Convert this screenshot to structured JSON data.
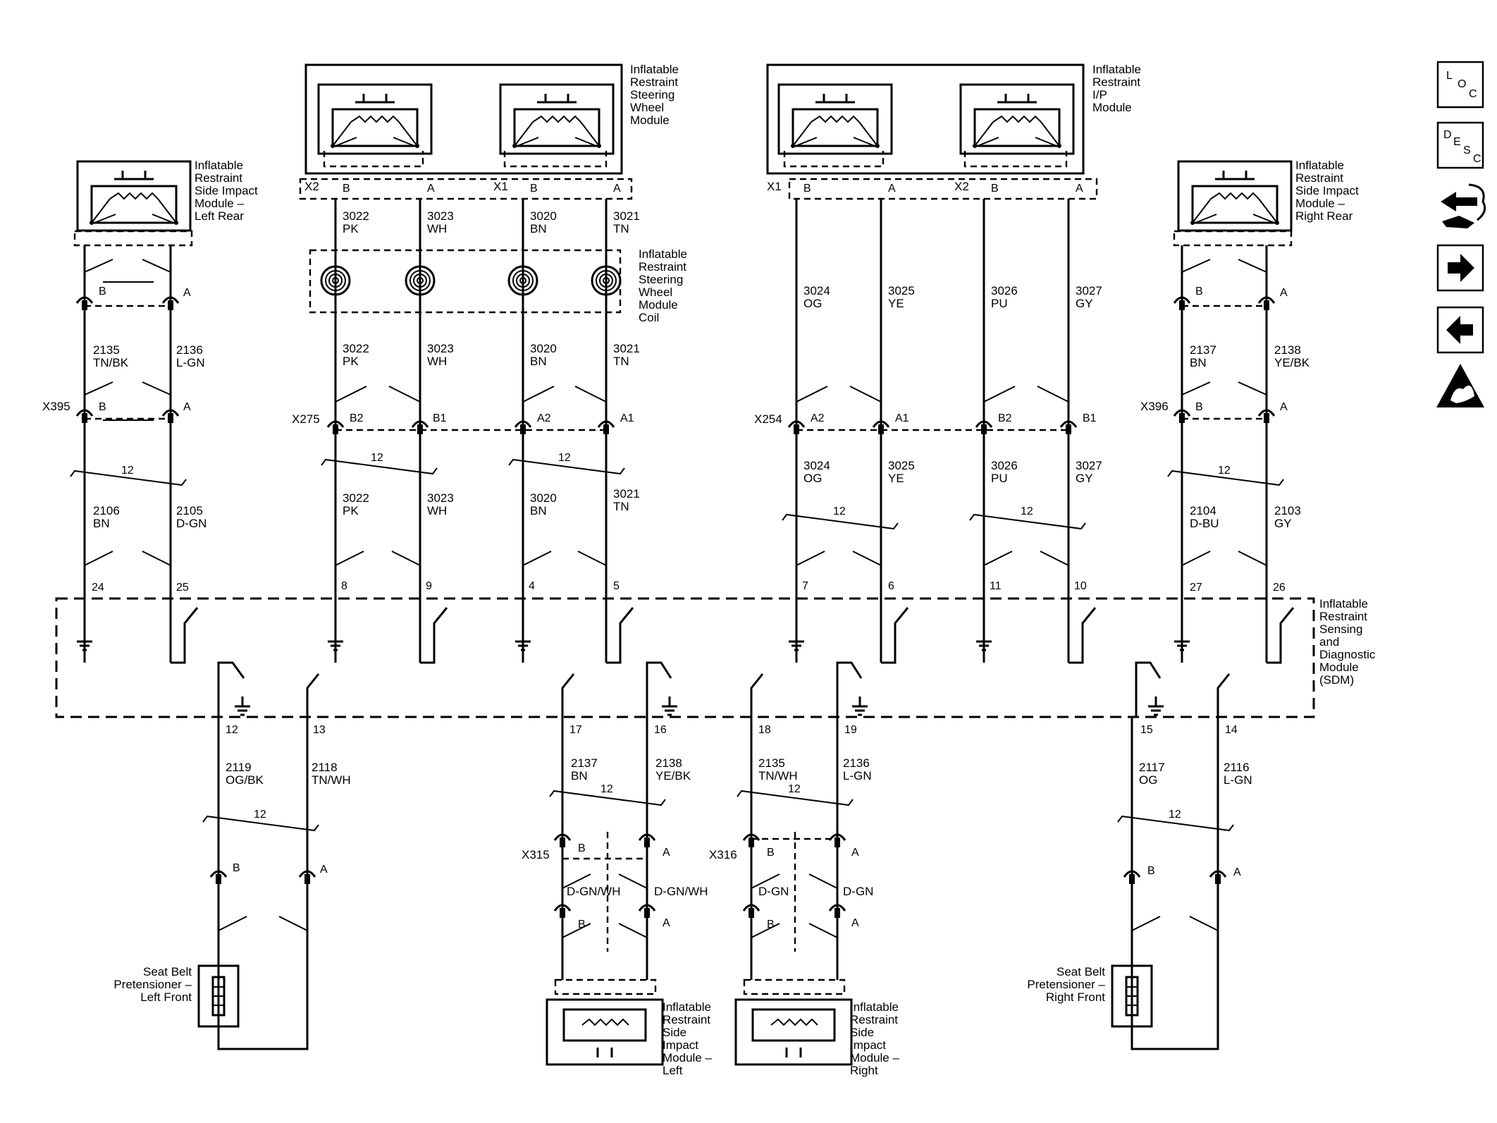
{
  "components": {
    "lr_side_module": [
      "Inflatable",
      "Restraint",
      "Side Impact",
      "Module –",
      "Left Rear"
    ],
    "steering_module": [
      "Inflatable",
      "Restraint",
      "Steering",
      "Wheel",
      "Module"
    ],
    "ip_module": [
      "Inflatable",
      "Restraint",
      "I/P",
      "Module"
    ],
    "rr_side_module": [
      "Inflatable",
      "Restraint",
      "Side Impact",
      "Module –",
      "Right Rear"
    ],
    "coil": [
      "Inflatable",
      "Restraint",
      "Steering",
      "Wheel",
      "Module",
      "Coil"
    ],
    "sdm": [
      "Inflatable",
      "Restraint",
      "Sensing",
      "and",
      "Diagnostic",
      "Module",
      "(SDM)"
    ],
    "pret_lf": [
      "Seat Belt",
      "Pretensioner –",
      "Left Front"
    ],
    "pret_rf": [
      "Seat Belt",
      "Pretensioner –",
      "Right Front"
    ],
    "side_left": [
      "Inflatable",
      "Restraint",
      "Side",
      "Impact",
      "Module –",
      "Left"
    ],
    "side_right": [
      "Inflatable",
      "Restraint",
      "Side",
      "Impact",
      "Module –",
      "Right"
    ]
  },
  "connectors": {
    "x395": "X395",
    "x275": "X275",
    "x254": "X254",
    "x396": "X396",
    "x315": "X315",
    "x316": "X316",
    "x1": "X1",
    "x2": "X2"
  },
  "pins": {
    "a": "A",
    "b": "B",
    "a1": "A1",
    "a2": "A2",
    "b1": "B1",
    "b2": "B2",
    "p24": "24",
    "p25": "25",
    "p8": "8",
    "p9": "9",
    "p4": "4",
    "p5": "5",
    "p7": "7",
    "p6": "6",
    "p11": "11",
    "p10": "10",
    "p27": "27",
    "p26": "26",
    "p12": "12",
    "p13": "13",
    "p17": "17",
    "p16": "16",
    "p18": "18",
    "p19": "19",
    "p15": "15",
    "p14": "14"
  },
  "twist": "12",
  "wires": {
    "w2135": [
      "2135",
      "TN/BK"
    ],
    "w2136": [
      "2136",
      "L-GN"
    ],
    "w2106": [
      "2106",
      "BN"
    ],
    "w2105": [
      "2105",
      "D-GN"
    ],
    "w3022": [
      "3022",
      "PK"
    ],
    "w3023": [
      "3023",
      "WH"
    ],
    "w3020": [
      "3020",
      "BN"
    ],
    "w3021": [
      "3021",
      "TN"
    ],
    "w3024": [
      "3024",
      "OG"
    ],
    "w3025": [
      "3025",
      "YE"
    ],
    "w3026": [
      "3026",
      "PU"
    ],
    "w3027": [
      "3027",
      "GY"
    ],
    "w2137r": [
      "2137",
      "BN"
    ],
    "w2138r": [
      "2138",
      "YE/BK"
    ],
    "w2104": [
      "2104",
      "D-BU"
    ],
    "w2103": [
      "2103",
      "GY"
    ],
    "w2119": [
      "2119",
      "OG/BK"
    ],
    "w2118": [
      "2118",
      "TN/WH"
    ],
    "w2137": [
      "2137",
      "BN"
    ],
    "w2138": [
      "2138",
      "YE/BK"
    ],
    "w2135b": [
      "2135",
      "TN/WH"
    ],
    "w2136b": [
      "2136",
      "L-GN"
    ],
    "w2117": [
      "2117",
      "OG"
    ],
    "w2116": [
      "2116",
      "L-GN"
    ],
    "dgnwh": "D-GN/WH",
    "dgn": "D-GN"
  },
  "nav": {
    "loc_letters": [
      "L",
      "O",
      "C"
    ],
    "desc_letters": [
      "D",
      "E",
      "S",
      "C"
    ]
  }
}
